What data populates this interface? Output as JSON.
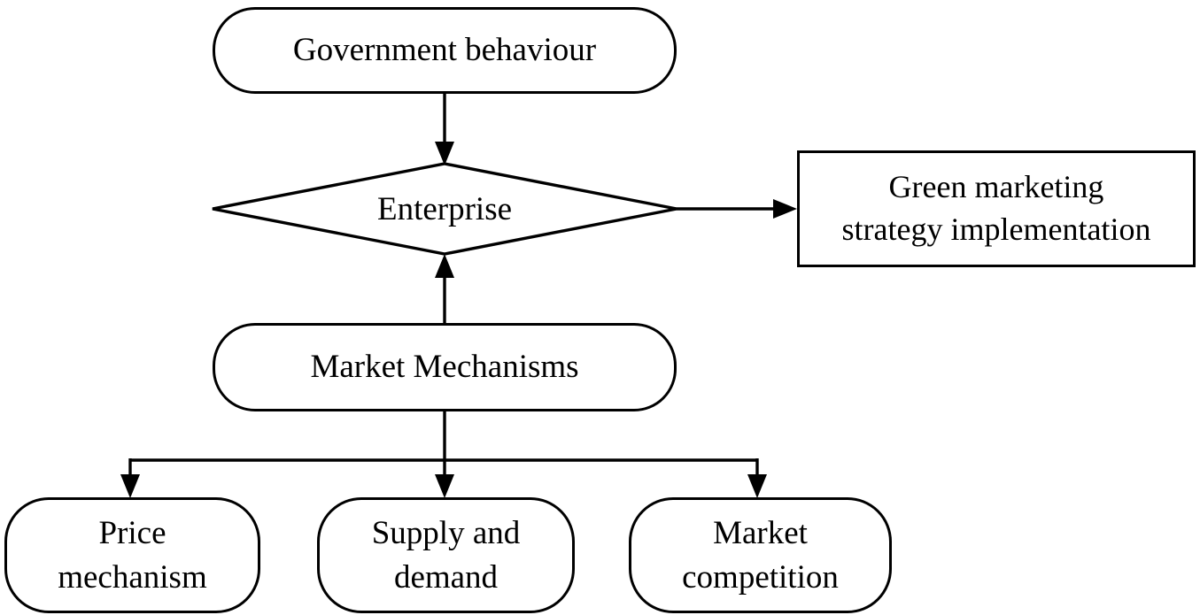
{
  "figure": {
    "background_color": "#ffffff",
    "stroke_color": "#000000",
    "text_color": "#000000"
  },
  "nodes": {
    "government": {
      "label": "Government behaviour",
      "shape": "rounded-rectangle"
    },
    "enterprise": {
      "label": "Enterprise",
      "shape": "diamond"
    },
    "green_marketing": {
      "label": "Green marketing\nstrategy implementation",
      "shape": "rectangle"
    },
    "market_mechanisms": {
      "label": "Market Mechanisms",
      "shape": "rounded-rectangle"
    },
    "price_mechanism": {
      "label": "Price\nmechanism",
      "shape": "rounded-rectangle"
    },
    "supply_demand": {
      "label": "Supply and\ndemand",
      "shape": "rounded-rectangle"
    },
    "market_competition": {
      "label": "Market\ncompetition",
      "shape": "rounded-rectangle"
    }
  },
  "edges": [
    {
      "from": "government",
      "to": "enterprise",
      "type": "arrow-down"
    },
    {
      "from": "enterprise",
      "to": "green_marketing",
      "type": "arrow-right"
    },
    {
      "from": "market_mechanisms",
      "to": "enterprise",
      "type": "arrow-up"
    },
    {
      "from": "market_mechanisms",
      "to": "price_mechanism",
      "type": "arrow-down"
    },
    {
      "from": "market_mechanisms",
      "to": "supply_demand",
      "type": "arrow-down"
    },
    {
      "from": "market_mechanisms",
      "to": "market_competition",
      "type": "arrow-down"
    }
  ]
}
